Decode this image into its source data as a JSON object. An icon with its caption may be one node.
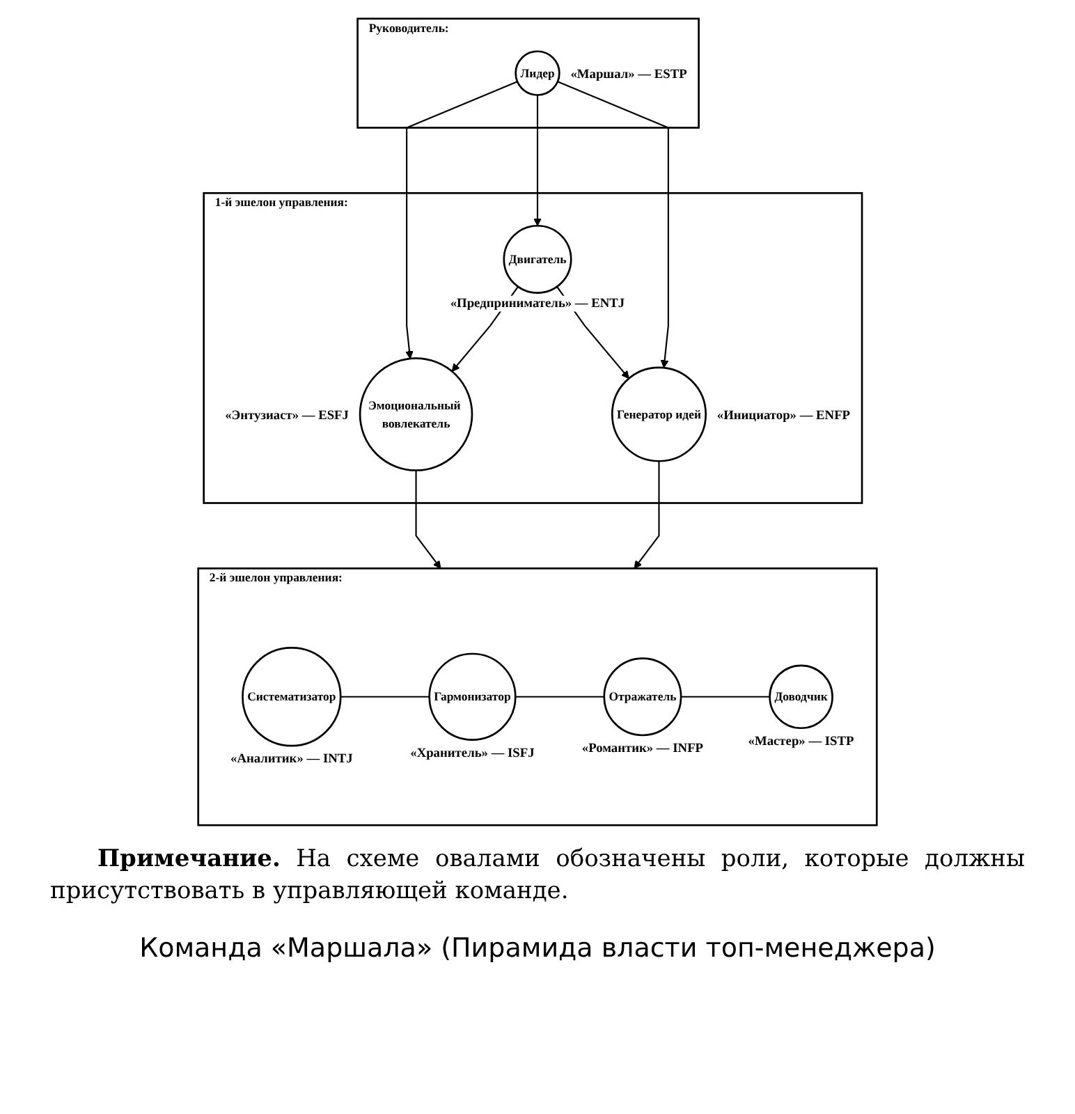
{
  "diagram": {
    "caption": "Команда «Маршала» (Пирамида власти топ-менеджера)",
    "nodes": [
      {
        "text": [
          "Руководитель:"
        ]
      },
      {
        "text": [
          "Лидер"
        ],
        "in": 0,
        "beside": [
          "«Маршал» — ESTP"
        ]
      },
      {
        "text": [
          "1-й эшелон управления:"
        ]
      },
      {
        "text": [
          "Эмоциональный вовлекатель"
        ],
        "in": 2,
        "beside": [
          "«Энтузиаст» — ESFJ"
        ]
      },
      {
        "text": [
          "Двигатель"
        ],
        "in": 2,
        "beside": [
          "«Предприниматель» — ENTJ"
        ]
      },
      {
        "text": [
          "Генератор идей"
        ],
        "in": 2,
        "beside": [
          "«Инициатор» — ENFP"
        ]
      },
      {
        "text": [
          "2-й эшелон управления:"
        ]
      },
      {
        "text": [
          "Систематизатор"
        ],
        "in": 6,
        "beside": [
          "«Аналитик» — INTJ"
        ]
      },
      {
        "text": [
          "Гармонизатор"
        ],
        "in": 6,
        "beside": [
          "«Хранитель» — ISFJ"
        ]
      },
      {
        "text": [
          "Отражатель"
        ],
        "in": 6,
        "beside": [
          "«Романтик» — INFP"
        ]
      },
      {
        "text": [
          "Доводчик"
        ],
        "in": 6,
        "beside": [
          "«Мастер» — ISTP"
        ]
      }
    ],
    "edges": [
      {
        "from": 1,
        "to": 3,
        "arrow": "to"
      },
      {
        "from": 1,
        "to": 4,
        "arrow": "to"
      },
      {
        "from": 1,
        "to": 5,
        "arrow": "to"
      },
      {
        "from": 4,
        "to": 3,
        "arrow": "to"
      },
      {
        "from": 4,
        "to": 5,
        "arrow": "to"
      },
      {
        "from": 3,
        "to": 6,
        "arrow": "to"
      },
      {
        "from": 5,
        "to": 6,
        "arrow": "to"
      },
      {
        "from": 7,
        "to": 8,
        "arrow": "none"
      },
      {
        "from": 8,
        "to": 9,
        "arrow": "none"
      },
      {
        "from": 9,
        "to": 10,
        "arrow": "none"
      }
    ],
    "labels": [
      "**Примечание.** На схеме овалами обозначены роли, которые должны присутствовать в управляющей команде."
    ]
  }
}
